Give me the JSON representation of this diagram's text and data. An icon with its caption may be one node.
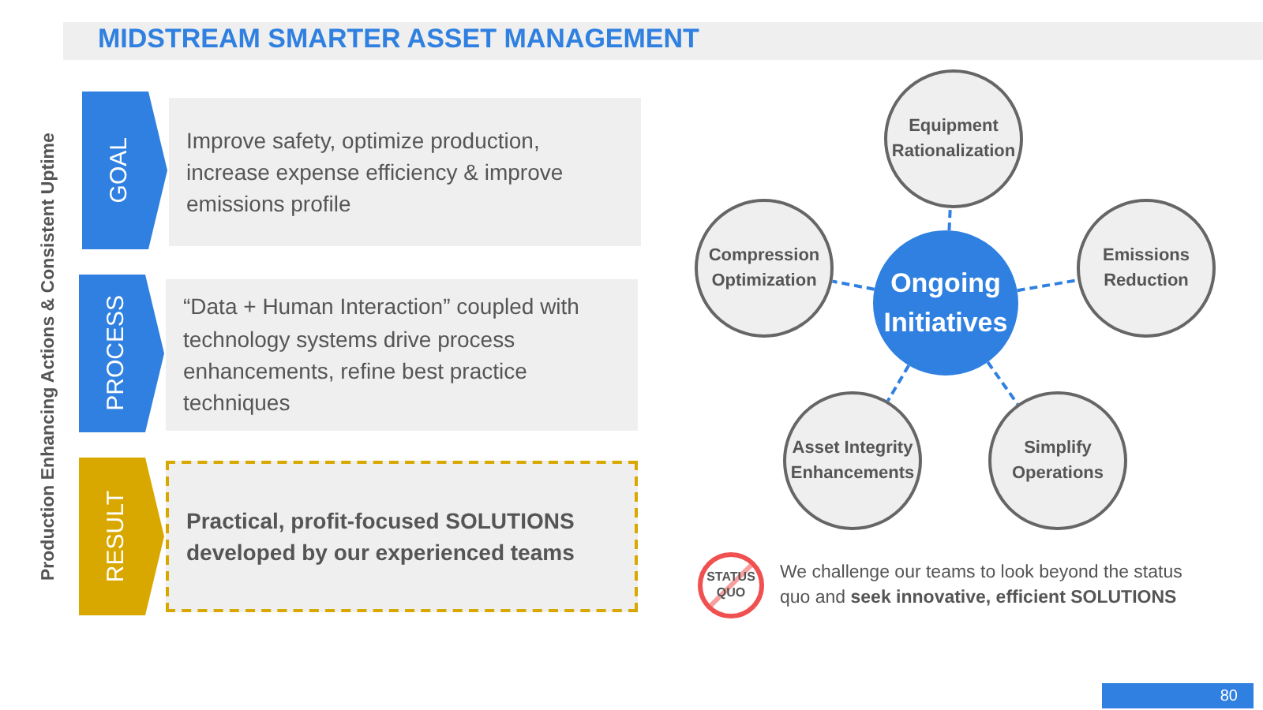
{
  "diagram": {
    "title": "MIDSTREAM SMARTER ASSET MANAGEMENT",
    "nodes": [
      {
        "text": [
          "GOAL"
        ]
      },
      {
        "text": [
          "Improve safety, optimize production, increase expense efficiency & improve emissions profile"
        ]
      },
      {
        "text": [
          "PROCESS"
        ]
      },
      {
        "text": [
          "“Data + Human Interaction” coupled with technology systems drive process enhancements, refine best practice techniques"
        ]
      },
      {
        "text": [
          "RESULT"
        ]
      },
      {
        "text": [
          "Practical, profit-focused SOLUTIONS developed by our experienced teams"
        ]
      },
      {
        "text": [
          "Ongoing Initiatives"
        ]
      },
      {
        "text": [
          "Equipment Rationalization"
        ]
      },
      {
        "text": [
          "Compression Optimization"
        ]
      },
      {
        "text": [
          "Emissions Reduction"
        ]
      },
      {
        "text": [
          "Asset Integrity Enhancements"
        ]
      },
      {
        "text": [
          "Simplify Operations"
        ]
      },
      {
        "text": [
          "STATUS QUO"
        ]
      }
    ],
    "edges": [
      {
        "from": 6,
        "to": 7,
        "arrow": "none",
        "style": "dashed"
      },
      {
        "from": 6,
        "to": 8,
        "arrow": "none",
        "style": "dashed"
      },
      {
        "from": 6,
        "to": 9,
        "arrow": "none",
        "style": "dashed"
      },
      {
        "from": 6,
        "to": 10,
        "arrow": "none",
        "style": "dashed"
      },
      {
        "from": 6,
        "to": 11,
        "arrow": "none",
        "style": "dashed"
      }
    ],
    "labels": [
      "Production Enhancing Actions & Consistent Uptime",
      "We challenge our teams to look beyond the status quo and **seek innovative, efficient SOLUTIONS**",
      "80"
    ]
  }
}
